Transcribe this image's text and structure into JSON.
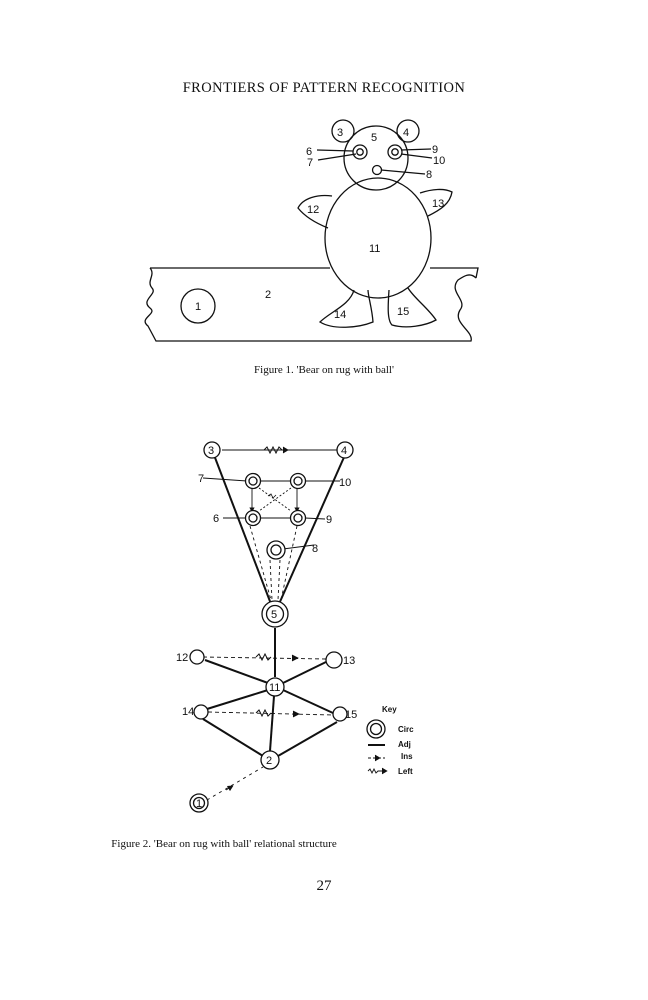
{
  "header": {
    "running_title": "FRONTIERS OF PATTERN RECOGNITION"
  },
  "figure1": {
    "caption": "Figure 1.  'Bear on rug with ball'",
    "labels": {
      "ear_left": "3",
      "head": "5",
      "ear_right": "4",
      "l6": "6",
      "l7": "7",
      "l9": "9",
      "l10": "10",
      "l8": "8",
      "arm_left": "12",
      "arm_right": "13",
      "body": "11",
      "rug": "2",
      "ball": "1",
      "foot_left": "14",
      "foot_right": "15"
    }
  },
  "figure2": {
    "caption": "Figure 2.  'Bear on rug with ball' relational structure",
    "nodes": {
      "n3": "3",
      "n4": "4",
      "n7": "7",
      "n10": "10",
      "n6": "6",
      "n9": "9",
      "n8": "8",
      "n5": "5",
      "n12": "12",
      "n13": "13",
      "n11": "11",
      "n14": "14",
      "n15": "15",
      "n2": "2",
      "n1": "1"
    },
    "key": {
      "title": "Key",
      "circ": "Circ",
      "adj": "Adj",
      "ins": "Ins",
      "left": "Left"
    }
  },
  "page_number": "27"
}
